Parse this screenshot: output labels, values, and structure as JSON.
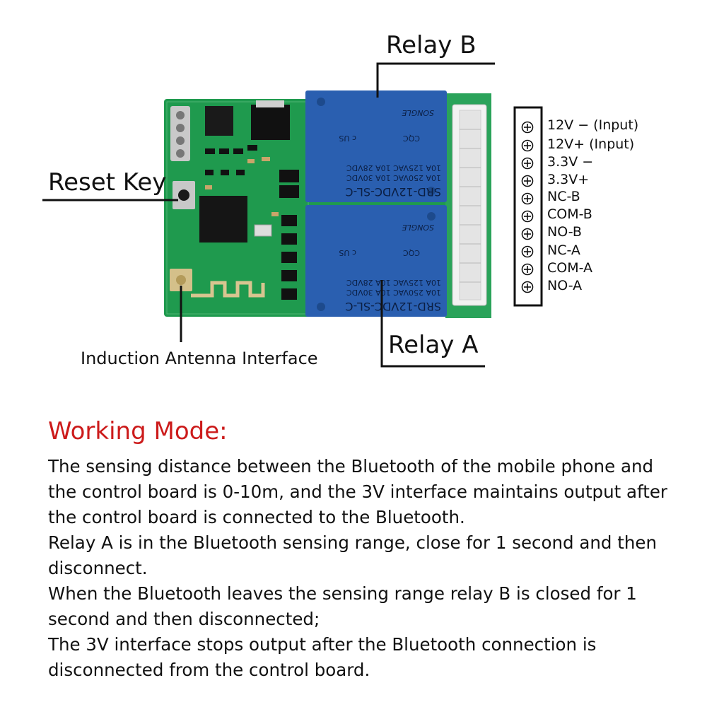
{
  "callouts": {
    "relay_b": "Relay B",
    "relay_a": "Relay A",
    "reset_key": "Reset Key",
    "antenna": "Induction Antenna Interface"
  },
  "relay_markings": {
    "model": "SRD-12VDC-SL-C",
    "rating_1": "10A 250VAC  10A 30VDC",
    "rating_2": "10A 125VAC  10A 28VDC",
    "brand": "SONGLE",
    "cert": "CQC",
    "ul": "c US"
  },
  "terminals": [
    "12V − (Input)",
    "12V+ (Input)",
    "3.3V −",
    "3.3V+",
    "NC-B",
    "COM-B",
    "NO-B",
    "NC-A",
    "COM-A",
    "NO-A"
  ],
  "working_mode": {
    "heading": "Working Mode:",
    "paragraphs": [
      "The sensing distance between the Bluetooth of the mobile phone and the control board is 0-10m, and the 3V interface maintains output after the control board is connected to the Bluetooth.",
      "Relay A is in the Bluetooth sensing range, close for 1 second and then disconnect.",
      "When the Bluetooth leaves the sensing range relay B is closed for 1 second and then disconnected;",
      "The 3V interface stops output after the Bluetooth connection is disconnected from the control board."
    ]
  },
  "colors": {
    "pcb": "#1f9a4e",
    "relay": "#2a5fb0",
    "heading": "#cc1b1b"
  }
}
